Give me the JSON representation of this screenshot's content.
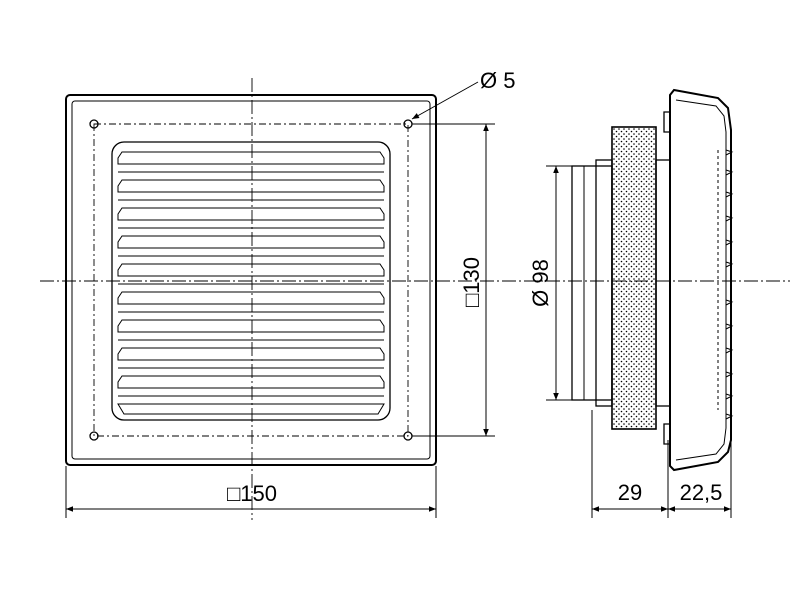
{
  "dimensions": {
    "hole_diameter": "Ø 5",
    "hole_spacing": "□130",
    "overall_width": "□150",
    "spigot_diameter": "Ø 98",
    "spigot_depth": "29",
    "frame_depth": "22,5"
  }
}
